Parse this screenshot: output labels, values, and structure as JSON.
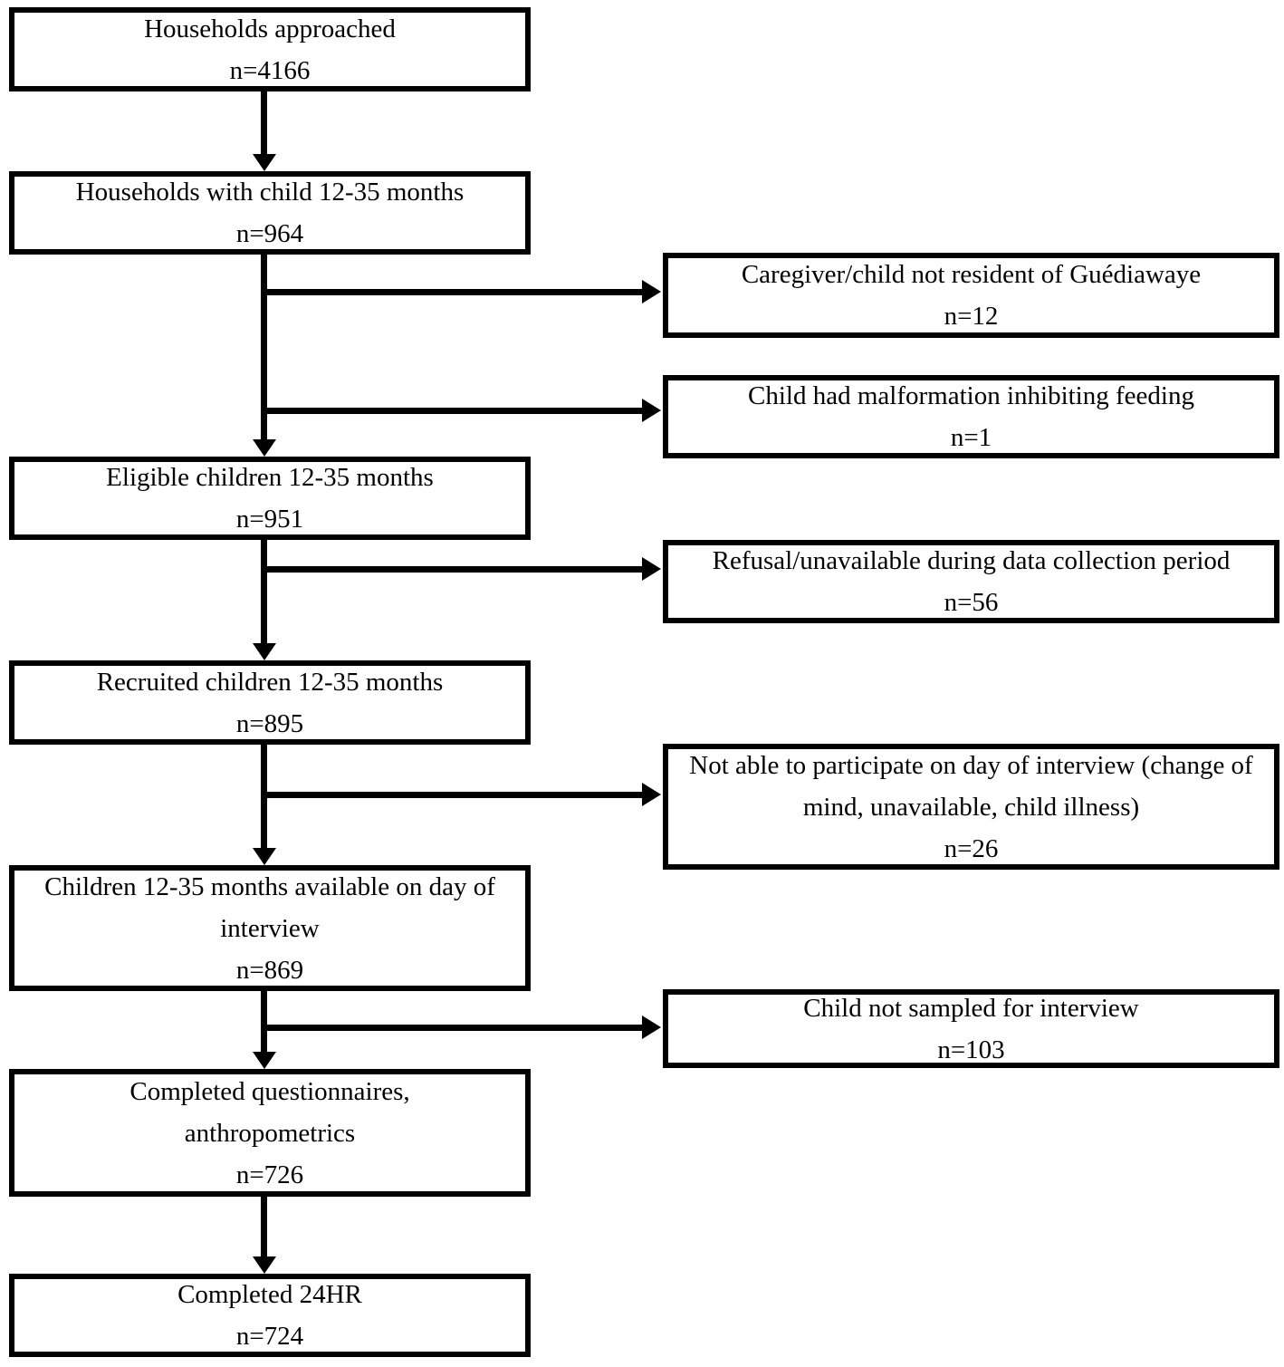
{
  "figure": {
    "type": "participant-flow-diagram",
    "background_color": "#ffffff",
    "line_color": "#000000",
    "text_color": "#000000"
  },
  "main_flow": [
    {
      "id": "households-approached",
      "label": "Households approached",
      "count": "n=4166"
    },
    {
      "id": "households-with-child",
      "label": "Households with child 12-35 months",
      "count": "n=964"
    },
    {
      "id": "eligible-children",
      "label": "Eligible children 12-35 months",
      "count": "n=951"
    },
    {
      "id": "recruited-children",
      "label": "Recruited children 12-35 months",
      "count": "n=895"
    },
    {
      "id": "children-available",
      "label": "Children 12-35 months available on day of interview",
      "count": "n=869"
    },
    {
      "id": "completed-questionnaires",
      "label": "Completed questionnaires, anthropometrics",
      "count": "n=726"
    },
    {
      "id": "completed-24hr",
      "label": "Completed 24HR",
      "count": "n=724"
    }
  ],
  "exclusions": [
    {
      "id": "not-resident",
      "label": "Caregiver/child not resident of Guédiawaye",
      "count": "n=12"
    },
    {
      "id": "malformation",
      "label": "Child had malformation inhibiting feeding",
      "count": "n=1"
    },
    {
      "id": "refusal",
      "label": "Refusal/unavailable during data collection period",
      "count": "n=56"
    },
    {
      "id": "not-able",
      "label": "Not able to participate on day of interview (change of mind, unavailable, child illness)",
      "count": "n=26"
    },
    {
      "id": "not-sampled",
      "label": "Child not sampled for interview",
      "count": "n=103"
    }
  ]
}
